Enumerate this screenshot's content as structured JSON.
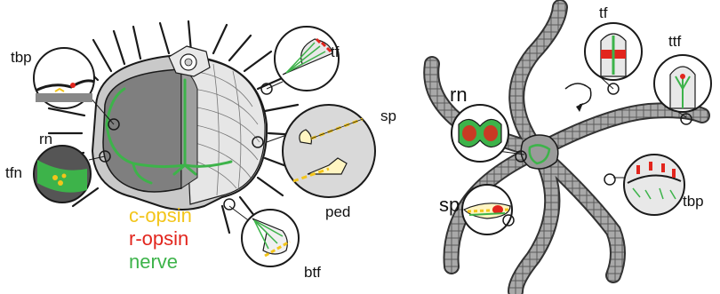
{
  "urchin_labels": {
    "tbp": "tbp",
    "tf": "tf",
    "rn": "rn",
    "sp": "sp",
    "tfn": "tfn",
    "ped": "ped",
    "btf": "btf"
  },
  "legend": {
    "c_opsin": "c-opsin",
    "r_opsin": "r-opsin",
    "nerve": "nerve"
  },
  "star_labels": {
    "tf": "tf",
    "ttf": "ttf",
    "rn": "rn",
    "sp": "sp",
    "tbp": "tbp"
  },
  "colors": {
    "c_opsin": "#f3c51a",
    "r_opsin": "#e2251d",
    "nerve": "#3db34a",
    "body_gray": "#9a9a9a",
    "light_gray": "#d3d3d3",
    "outline": "#1a1a1a"
  }
}
